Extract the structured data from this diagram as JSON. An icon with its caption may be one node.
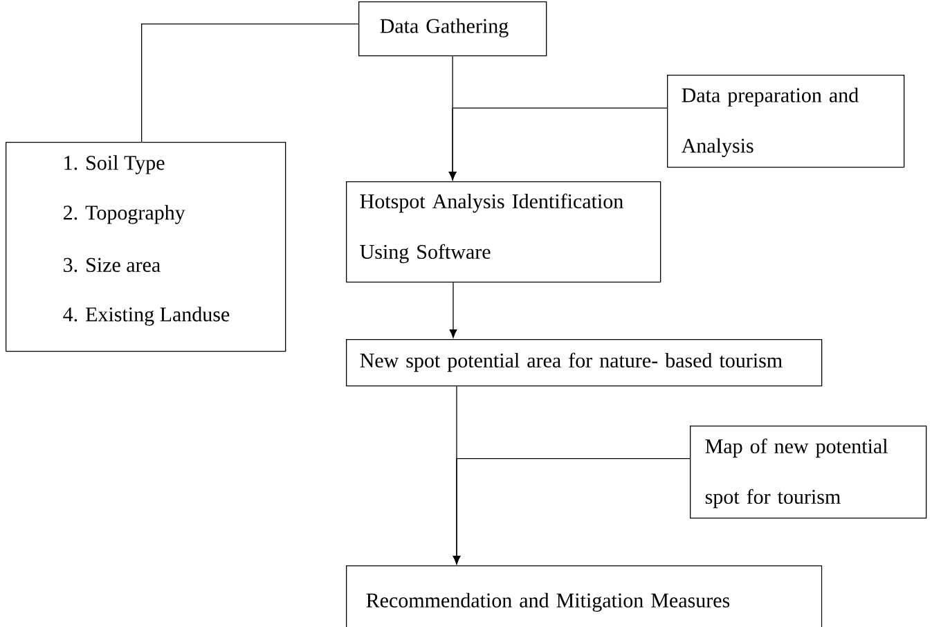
{
  "diagram": {
    "nodes": [
      {
        "text": [
          "Data Gathering"
        ]
      },
      {
        "text": [
          "1. Soil Type",
          "2. Topography",
          "3. Size area",
          "4. Existing Landuse"
        ]
      },
      {
        "text": [
          "Data preparation and Analysis"
        ]
      },
      {
        "text": [
          "Hotspot Analysis Identification Using Software"
        ]
      },
      {
        "text": [
          "New spot potential area for nature- based tourism"
        ]
      },
      {
        "text": [
          "Map of new potential spot for tourism"
        ]
      },
      {
        "text": [
          "Recommendation and Mitigation Measures"
        ]
      }
    ],
    "edges": [
      {
        "from": 0,
        "to": 1,
        "arrow": "none"
      },
      {
        "from": 0,
        "to": 3,
        "arrow": "to"
      },
      {
        "from": 2,
        "to": 3,
        "arrow": "to"
      },
      {
        "from": 3,
        "to": 4,
        "arrow": "to"
      },
      {
        "from": 4,
        "to": 6,
        "arrow": "to"
      },
      {
        "from": 5,
        "to": 6,
        "arrow": "to"
      }
    ]
  }
}
